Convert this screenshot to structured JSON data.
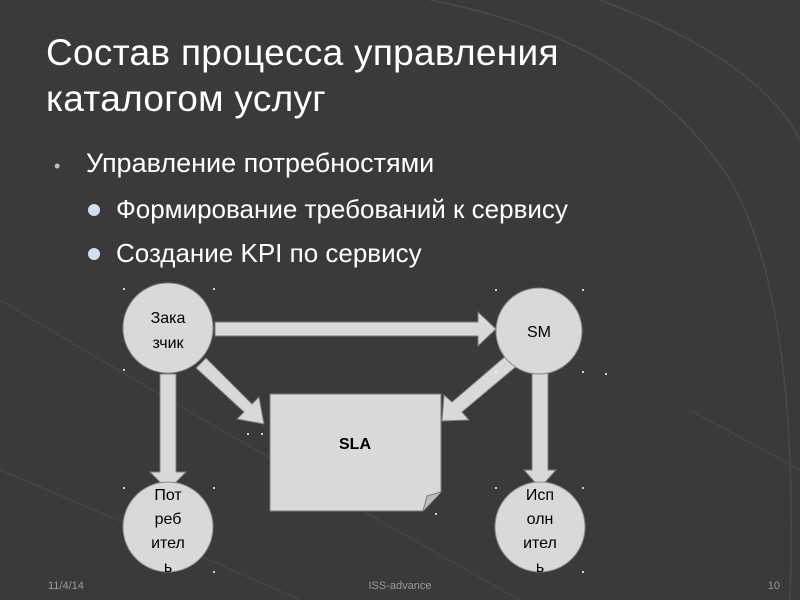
{
  "slide": {
    "title": "Состав процесса управления каталогом услуг",
    "bullets": {
      "level1": "Управление потребностями",
      "level2": [
        "Формирование требований к сервису",
        "Создание KPI по сервису"
      ]
    }
  },
  "diagram": {
    "nodes": {
      "customer": [
        "Зака",
        "зчик"
      ],
      "sm": "SM",
      "sla": "SLA",
      "consumer": [
        "Пот",
        "реб",
        "ител",
        "ь"
      ],
      "executor": [
        "Исп",
        "олн",
        "ител",
        "ь"
      ]
    }
  },
  "footer": {
    "date": "11/4/14",
    "center": "ISS-advance",
    "page": "10"
  },
  "colors": {
    "background": "#3a3a3a",
    "node_fill": "#d9d9d9",
    "arrow_fill": "#d9d9d9",
    "text": "#ffffff"
  }
}
